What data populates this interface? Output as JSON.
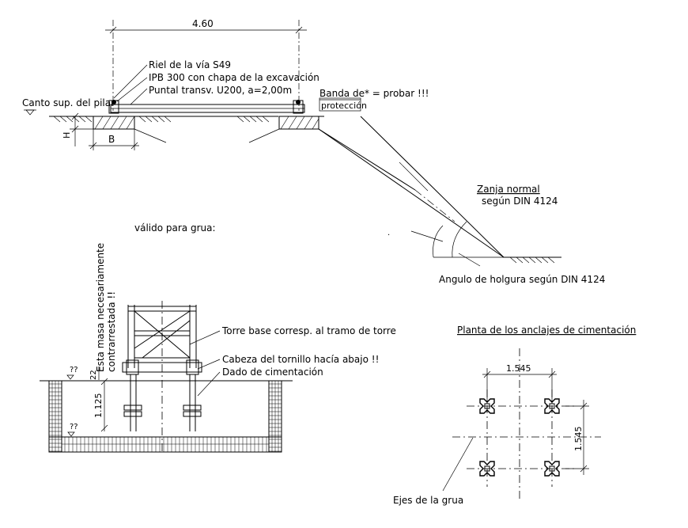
{
  "dimensions": {
    "top_width": "4.60",
    "depth_foundation": "1.125",
    "small_dim": "22",
    "anchor_spacing_x": "1.545",
    "anchor_spacing_y": "1.545"
  },
  "labels": {
    "rail": "Riel de la vía S49",
    "ipb": "IPB 300 con chapa de la excavación",
    "puntal": "Puntal transv. U200, a=2,00m",
    "canto": "Canto sup. del pilar",
    "banda": "Banda de* = probar !!!",
    "proteccion": "protección",
    "h": "H",
    "b": "B",
    "zanja_title": "Zanja normal",
    "zanja_sub": "según DIN 4124",
    "angulo": "Angulo de holgura según DIN 4124",
    "valido": "válido para grua:",
    "masa_line1": "Esta masa necesariamente",
    "masa_line2": "contrarrestada !!",
    "torre": "Torre base corresp. al tramo de torre",
    "cabeza": "Cabeza del tornillo hacía abajo !!",
    "dado": "Dado de cimentación",
    "q1": "??",
    "q2": "??",
    "planta": "Planta  de los anclajes de cimentación",
    "ejes": "Ejes de la grua"
  }
}
